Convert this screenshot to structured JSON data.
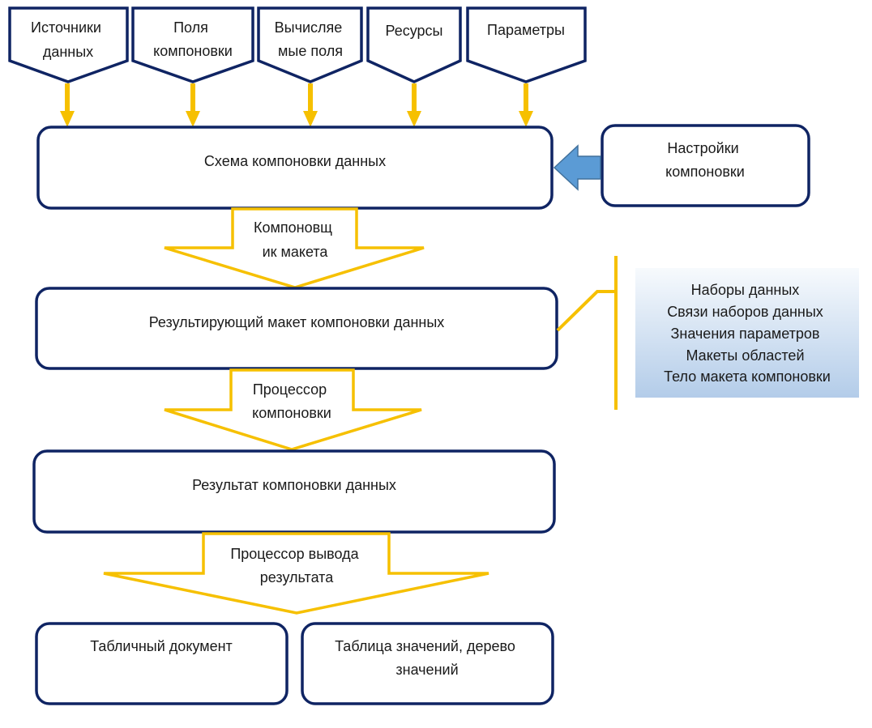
{
  "inputs": [
    {
      "lines": [
        "Источники",
        "данных"
      ]
    },
    {
      "lines": [
        "Поля",
        "компоновки"
      ]
    },
    {
      "lines": [
        "Вычисляе",
        "мые поля"
      ]
    },
    {
      "lines": [
        "Ресурсы"
      ]
    },
    {
      "lines": [
        "Параметры"
      ]
    }
  ],
  "schema": {
    "label": "Схема компоновки данных"
  },
  "settings": {
    "lines": [
      "Настройки",
      "компоновки"
    ]
  },
  "composer": {
    "lines": [
      "Компоновщ",
      "ик макета"
    ]
  },
  "template": {
    "label": "Результирующий макет компоновки данных"
  },
  "template_contents": [
    "Наборы данных",
    "Связи наборов данных",
    "Значения параметров",
    "Макеты областей",
    "Тело макета компоновки"
  ],
  "processor": {
    "lines": [
      "Процессор",
      "компоновки"
    ]
  },
  "result": {
    "label": "Результат компоновки данных"
  },
  "output_processor": {
    "lines": [
      "Процессор вывода",
      "результата"
    ]
  },
  "outputs": [
    {
      "lines": [
        "Табличный документ"
      ]
    },
    {
      "lines": [
        "Таблица значений, дерево",
        "значений"
      ]
    }
  ],
  "colors": {
    "box_border": "#0f2463",
    "connector": "#f6c000",
    "settings_arrow": "#5b9bd5"
  }
}
